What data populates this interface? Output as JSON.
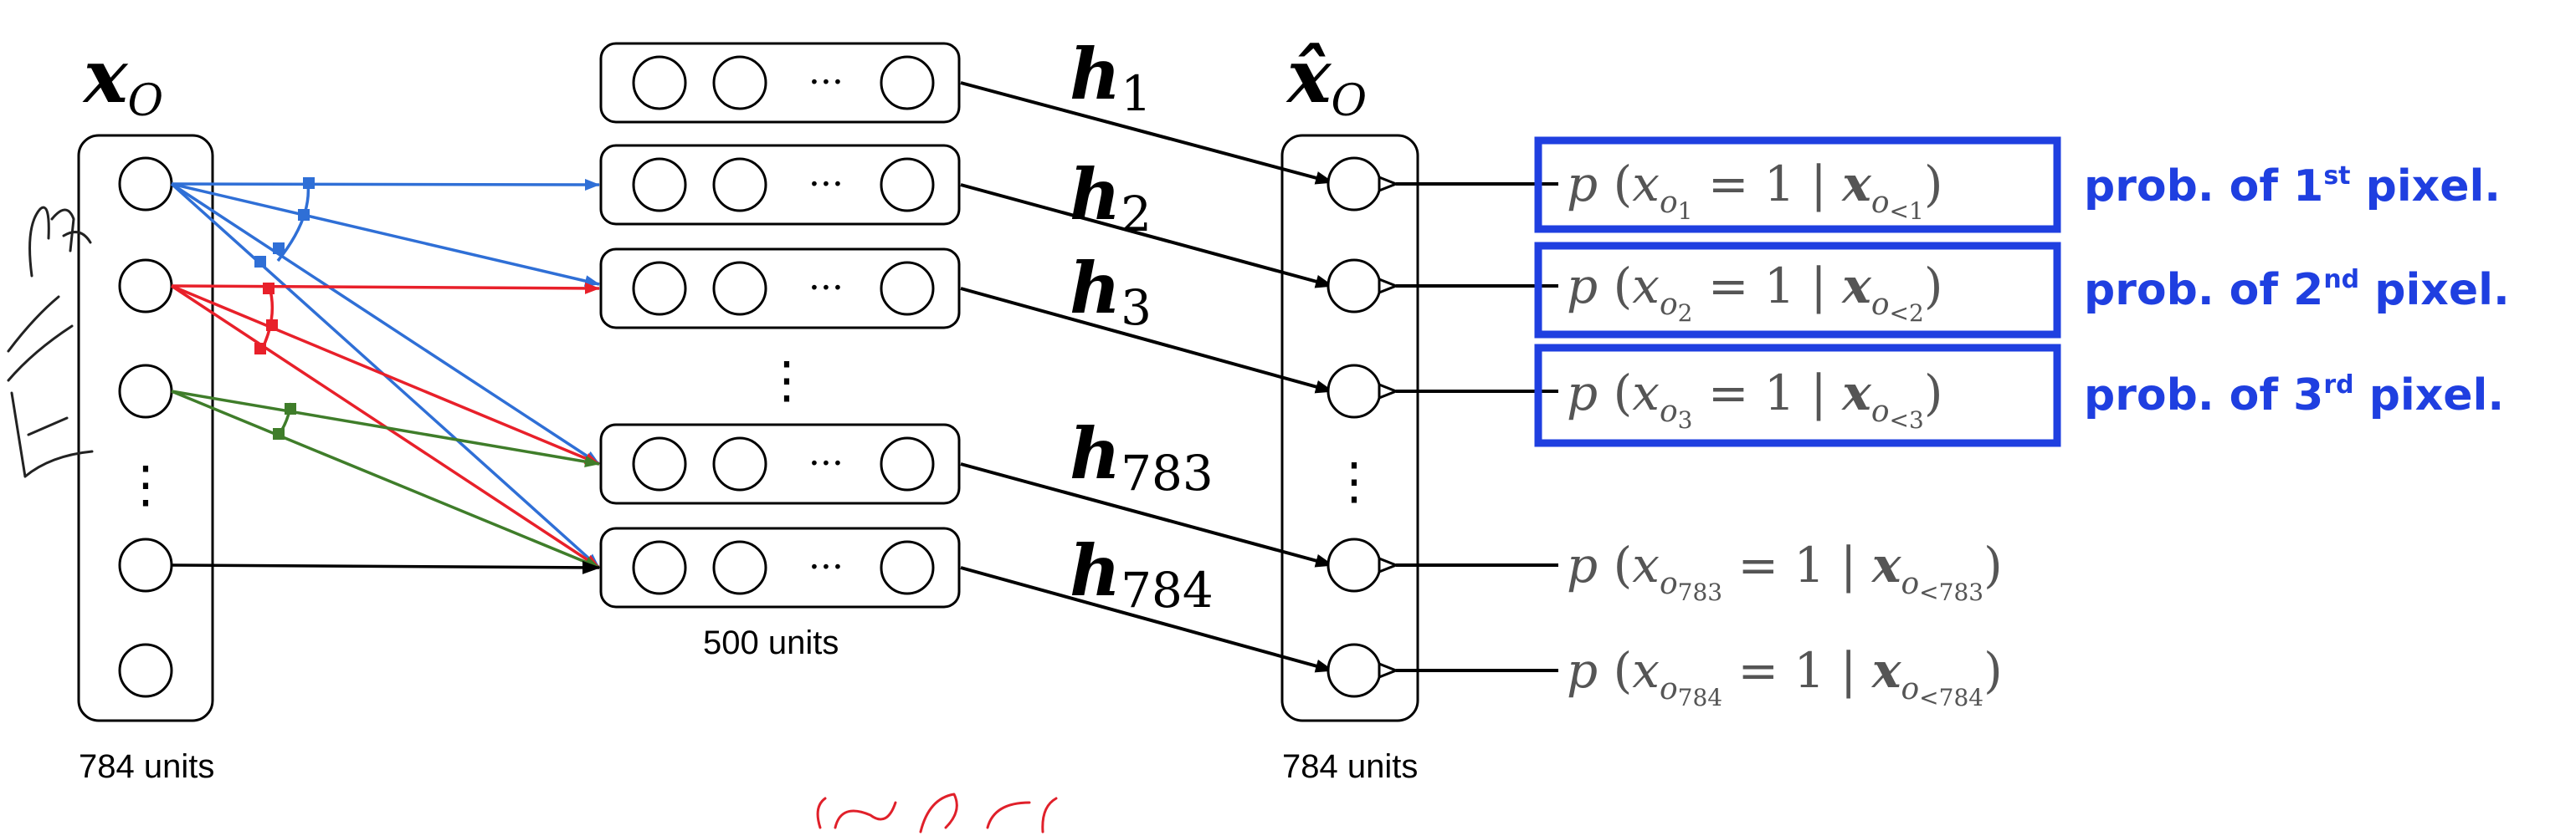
{
  "input_layer": {
    "title_var": "x",
    "title_sub": "O",
    "units_label": "784 units"
  },
  "hidden_layer": {
    "units_label": "500 units",
    "ellipsis_dots": "···",
    "vertical_ellipsis": "⋮",
    "hidden_labels": [
      {
        "var": "h",
        "sub": "1"
      },
      {
        "var": "h",
        "sub": "2"
      },
      {
        "var": "h",
        "sub": "3"
      },
      {
        "var": "h",
        "sub": "783"
      },
      {
        "var": "h",
        "sub": "784"
      }
    ]
  },
  "output_layer": {
    "title_var": "x̂",
    "title_sub": "O",
    "units_label": "784 units",
    "vertical_ellipsis": "⋮"
  },
  "probabilities": [
    {
      "idx": "1",
      "lt": "1",
      "boxed": true
    },
    {
      "idx": "2",
      "lt": "2",
      "boxed": true
    },
    {
      "idx": "3",
      "lt": "3",
      "boxed": true
    },
    {
      "idx": "783",
      "lt": "783",
      "boxed": false
    },
    {
      "idx": "784",
      "lt": "784",
      "boxed": false
    }
  ],
  "annotations": [
    {
      "pre": "prob. of 1",
      "sup": "st",
      "post": " pixel."
    },
    {
      "pre": "prob. of 2",
      "sup": "nd",
      "post": " pixel."
    },
    {
      "pre": "prob. of 3",
      "sup": "rd",
      "post": " pixel."
    }
  ],
  "colors": {
    "blue": "#2f6fd6",
    "red": "#e8202a",
    "green": "#3f7d2a",
    "box_blue": "#1f3fe0",
    "annotation_blue": "#1f3fe0",
    "handwriting_red": "#e0202a"
  }
}
